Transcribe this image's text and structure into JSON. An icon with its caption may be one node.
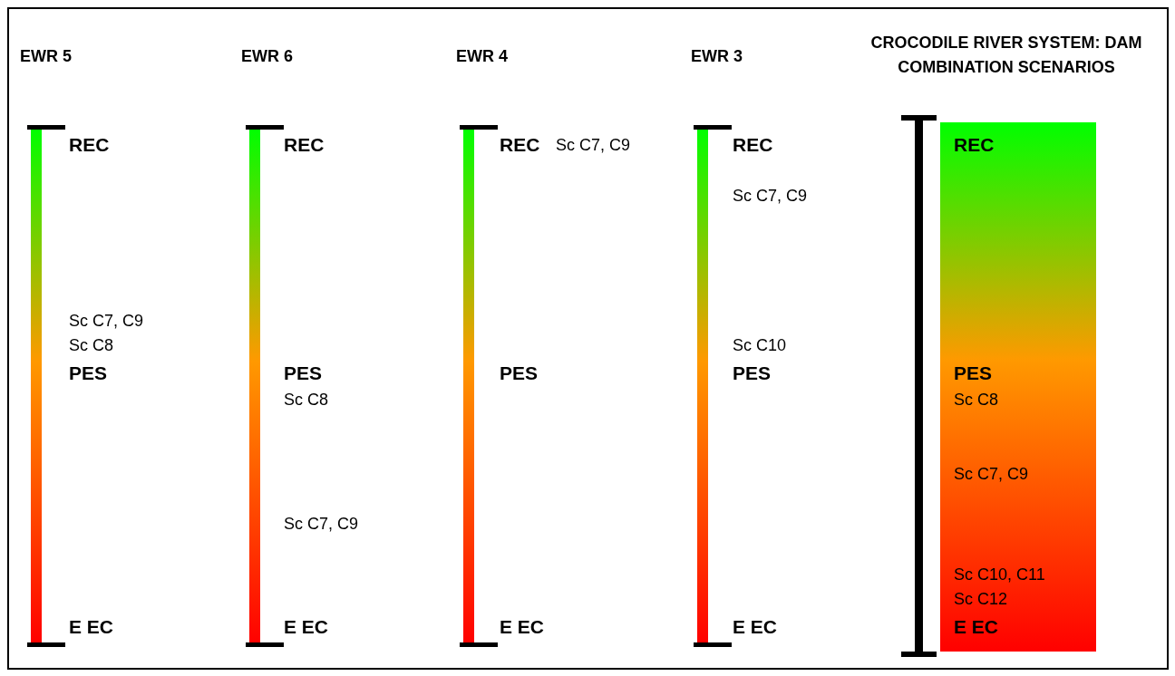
{
  "diagram": {
    "labels": [
      "EWR 5",
      "REC",
      "Sc C7, C9",
      "Sc C8",
      "PES",
      "E EC",
      "EWR 6",
      "REC",
      "PES",
      "Sc C8",
      "Sc C7, C9",
      "E EC",
      "EWR 4",
      "REC",
      "Sc C7, C9",
      "PES",
      "E EC",
      "EWR 3",
      "REC",
      "Sc C7, C9",
      "Sc C10",
      "PES",
      "E EC",
      "CROCODILE RIVER SYSTEM: DAM COMBINATION SCENARIOS",
      "REC",
      "PES",
      "Sc C8",
      "Sc C7, C9",
      "Sc C10, C11",
      "Sc C12",
      "E EC"
    ]
  }
}
